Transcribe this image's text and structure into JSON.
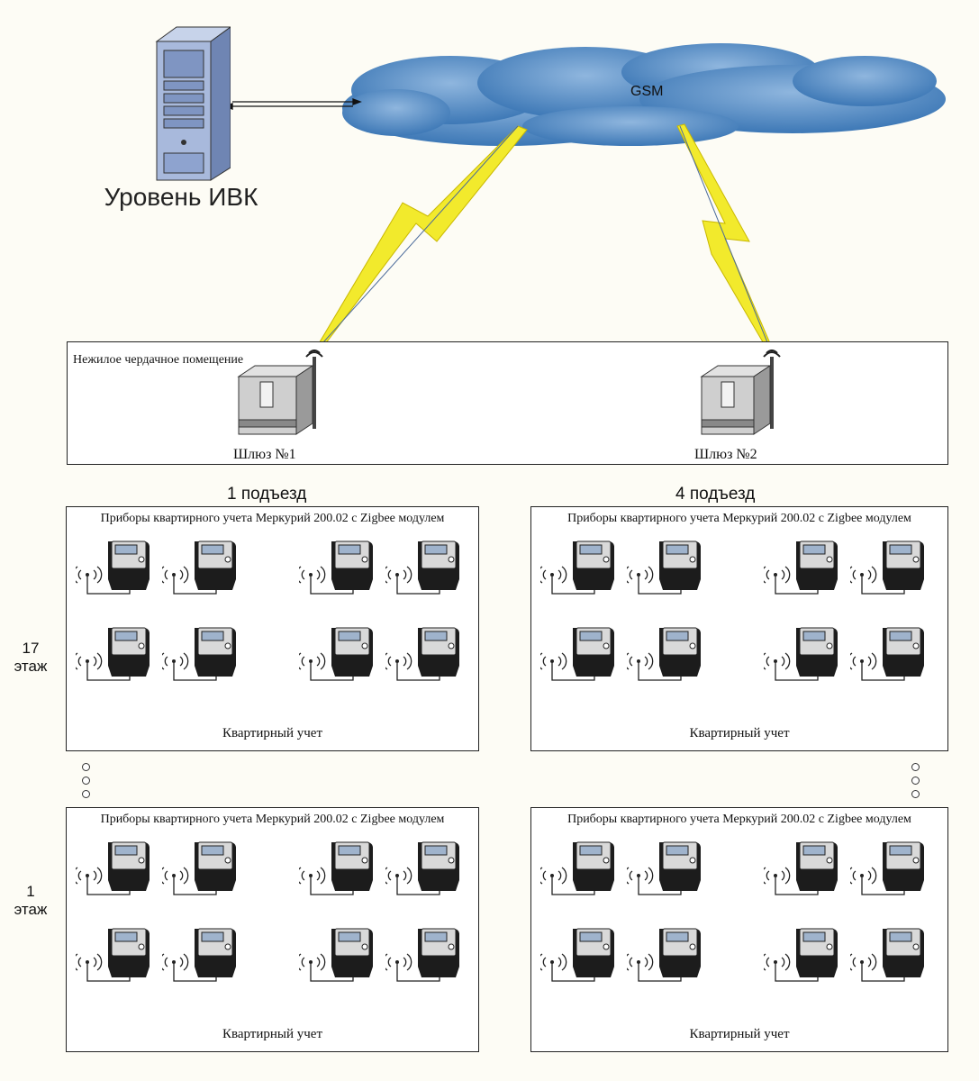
{
  "server": {
    "label": "Уровень ИВК",
    "icon": "server-tower-icon"
  },
  "network": {
    "label": "GSM",
    "icon": "cloud-icon"
  },
  "attic": {
    "label": "Нежилое чердачное помещение",
    "gateways": [
      {
        "label": "Шлюз №1",
        "icon": "gateway-icon"
      },
      {
        "label": "Шлюз №2",
        "icon": "gateway-icon"
      }
    ]
  },
  "entrances": [
    {
      "title": "1 подъезд"
    },
    {
      "title": "4 подъезд"
    }
  ],
  "floors": [
    {
      "label": "17 этаж"
    },
    {
      "label": "1 этаж"
    }
  ],
  "panel": {
    "title": "Приборы квартирного учета Меркурий 200.02 с Zigbee модулем",
    "footer": "Квартирный учет",
    "meter_icon": "electricity-meter-icon",
    "antenna_icon": "antenna-icon"
  },
  "colors": {
    "cloud": "#4a87c2",
    "lightning": "#f2ea2c",
    "server": "#8aa0c8"
  }
}
